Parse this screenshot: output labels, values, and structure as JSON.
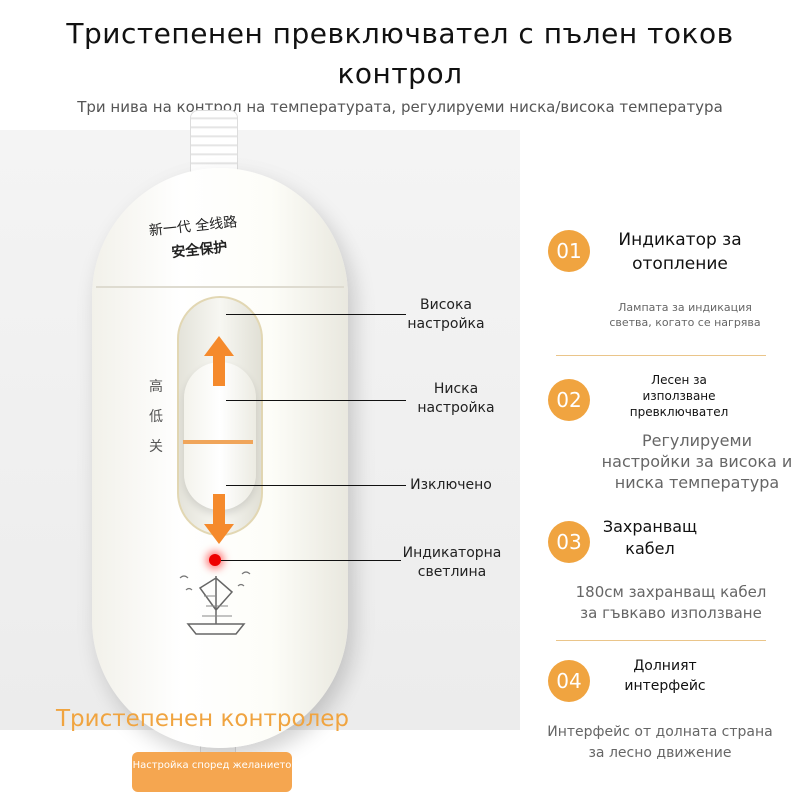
{
  "header": {
    "title": "Тристепенен превключвател с пълен токов контрол",
    "subtitle": "Три нива на контрол на температурата, регулируеми ниска/висока температура"
  },
  "device": {
    "front_label_line1": "新一代 全线路",
    "front_label_line2": "安全保护",
    "side_label": [
      "高",
      "低",
      "关"
    ]
  },
  "callouts": {
    "high": "Висока настройка",
    "low": "Ниска настройка",
    "off": "Изключено",
    "indicator": "Индикаторна светлина"
  },
  "controller": {
    "title": "Тристепенен контролер",
    "button_label": "Настройка според желанието"
  },
  "features": [
    {
      "num": "01",
      "title": "Индикатор за отопление",
      "desc": "Лампата за индикация светва, когато се нагрява"
    },
    {
      "num": "02",
      "title": "Лесен за използване превключвател",
      "desc": "Регулируеми настройки за висока и ниска температура"
    },
    {
      "num": "03",
      "title": "Захранващ кабел",
      "desc": "180см захранващ кабел за гъвкаво използване"
    },
    {
      "num": "04",
      "title": "Долният интерфейс",
      "desc": "Интерфейс от долната страна за лесно движение"
    }
  ],
  "colors": {
    "accent": "#f0a440",
    "led": "#e00000"
  }
}
